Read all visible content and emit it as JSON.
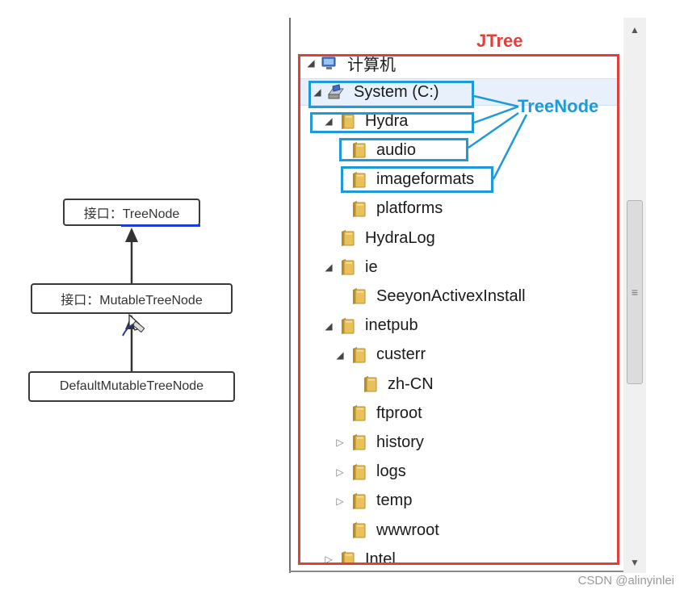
{
  "uml": {
    "treenode": "接口：TreeNode",
    "mutable": "接口：MutableTreeNode",
    "default": "DefaultMutableTreeNode"
  },
  "annotations": {
    "jtree": "JTree",
    "treenode": "TreeNode"
  },
  "tree": {
    "root": "计算机",
    "items": [
      {
        "label": "System (C:)",
        "level": 1,
        "state": "expanded",
        "icon": "drive-icon",
        "selected": true
      },
      {
        "label": "Hydra",
        "level": 2,
        "state": "expanded",
        "icon": "folder-icon"
      },
      {
        "label": "audio",
        "level": 3,
        "state": "leaf",
        "icon": "folder-icon"
      },
      {
        "label": "imageformats",
        "level": 3,
        "state": "leaf",
        "icon": "folder-icon"
      },
      {
        "label": "platforms",
        "level": 3,
        "state": "leaf",
        "icon": "folder-icon"
      },
      {
        "label": "HydraLog",
        "level": 2,
        "state": "leaf",
        "icon": "folder-icon"
      },
      {
        "label": "ie",
        "level": 2,
        "state": "expanded",
        "icon": "folder-icon"
      },
      {
        "label": "SeeyonActivexInstall",
        "level": 3,
        "state": "leaf",
        "icon": "folder-icon"
      },
      {
        "label": "inetpub",
        "level": 2,
        "state": "expanded",
        "icon": "folder-icon"
      },
      {
        "label": "custerr",
        "level": 3,
        "state": "expanded",
        "icon": "folder-icon"
      },
      {
        "label": "zh-CN",
        "level": 4,
        "state": "leaf",
        "icon": "folder-icon"
      },
      {
        "label": "ftproot",
        "level": 3,
        "state": "leaf",
        "icon": "folder-icon"
      },
      {
        "label": "history",
        "level": 3,
        "state": "collapsed",
        "icon": "folder-icon"
      },
      {
        "label": "logs",
        "level": 3,
        "state": "collapsed",
        "icon": "folder-icon"
      },
      {
        "label": "temp",
        "level": 3,
        "state": "collapsed",
        "icon": "folder-icon"
      },
      {
        "label": "wwwroot",
        "level": 3,
        "state": "leaf",
        "icon": "folder-icon"
      },
      {
        "label": "Intel",
        "level": 2,
        "state": "collapsed",
        "icon": "folder-icon"
      }
    ]
  },
  "colors": {
    "frame_red": "#e0403a",
    "highlight_blue": "#1e9ad8",
    "folder_yellow": "#e8c15a"
  },
  "watermark": "CSDN @alinyinlei"
}
